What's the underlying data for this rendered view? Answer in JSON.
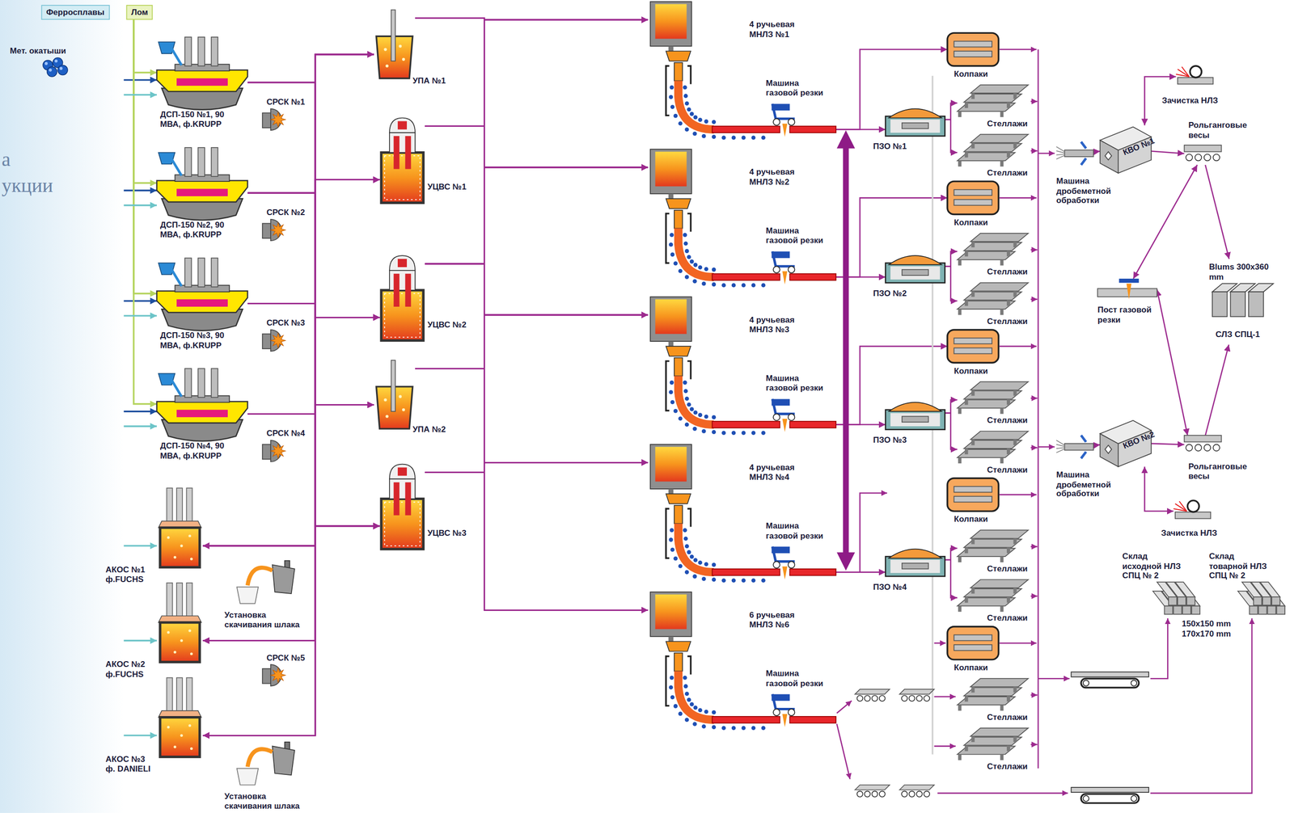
{
  "diagram": {
    "nodes": [
      {
        "text": [
          "Ферросплавы"
        ]
      },
      {
        "text": [
          "Лом"
        ]
      },
      {
        "text": [
          "Мет. окатыши"
        ]
      },
      {
        "text": [
          "ДСП-150 №1, 90 МВА, ф.KRUPP"
        ]
      },
      {
        "text": [
          "ДСП-150 №2, 90 МВА, ф.KRUPP"
        ]
      },
      {
        "text": [
          "ДСП-150 №3, 90 МВА, ф.KRUPP"
        ]
      },
      {
        "text": [
          "ДСП-150 №4, 90 МВА, ф.KRUPP"
        ]
      },
      {
        "text": [
          "СРСК №1"
        ]
      },
      {
        "text": [
          "СРСК №2"
        ]
      },
      {
        "text": [
          "СРСК №3"
        ]
      },
      {
        "text": [
          "СРСК №4"
        ]
      },
      {
        "text": [
          "АКОС №1 ф.FUCHS"
        ]
      },
      {
        "text": [
          "АКОС №2 ф.FUCHS"
        ]
      },
      {
        "text": [
          "АКОС №3 ф. DANIELI"
        ]
      },
      {
        "text": [
          "Установка скачивания шлака"
        ]
      },
      {
        "text": [
          "СРСК №5"
        ]
      },
      {
        "text": [
          "Установка скачивания шлака"
        ]
      },
      {
        "text": [
          "УПА №1"
        ]
      },
      {
        "text": [
          "УЦВС №1"
        ]
      },
      {
        "text": [
          "УЦВС №2"
        ]
      },
      {
        "text": [
          "УПА №2"
        ]
      },
      {
        "text": [
          "УЦВС №3"
        ]
      },
      {
        "text": [
          "4 ручьевая МНЛЗ №1",
          "Машина газовой резки"
        ]
      },
      {
        "text": [
          "4 ручьевая МНЛЗ №2",
          "Машина газовой резки"
        ]
      },
      {
        "text": [
          "4 ручьевая МНЛЗ №3",
          "Машина газовой резки"
        ]
      },
      {
        "text": [
          "4 ручьевая МНЛЗ №4",
          "Машина газовой резки"
        ]
      },
      {
        "text": [
          "6 ручьевая МНЛЗ №6",
          "Машина газовой резки"
        ]
      },
      {
        "text": [
          "ПЗО №1"
        ]
      },
      {
        "text": [
          "ПЗО №2"
        ]
      },
      {
        "text": [
          "ПЗО №3"
        ]
      },
      {
        "text": [
          "ПЗО №4"
        ]
      },
      {
        "text": [
          "Колпаки"
        ]
      },
      {
        "text": [
          "Колпаки"
        ]
      },
      {
        "text": [
          "Колпаки"
        ]
      },
      {
        "text": [
          "Колпаки"
        ]
      },
      {
        "text": [
          "Колпаки"
        ]
      },
      {
        "text": [
          "Стеллажи"
        ]
      },
      {
        "text": [
          "Стеллажи"
        ]
      },
      {
        "text": [
          "Стеллажи"
        ]
      },
      {
        "text": [
          "Стеллажи"
        ]
      },
      {
        "text": [
          "Стеллажи"
        ]
      },
      {
        "text": [
          "Стеллажи"
        ]
      },
      {
        "text": [
          "Стеллажи"
        ]
      },
      {
        "text": [
          "Стеллажи"
        ]
      },
      {
        "text": [
          "Стеллажи"
        ]
      },
      {
        "text": [
          "Стеллажи"
        ]
      },
      {
        "text": [
          "Машина дробеметной обработки"
        ]
      },
      {
        "text": [
          "КВО №1"
        ]
      },
      {
        "text": [
          "Зачистка НЛЗ"
        ]
      },
      {
        "text": [
          "Рольганговые весы"
        ]
      },
      {
        "text": [
          "Пост газовой резки"
        ]
      },
      {
        "text": [
          "Blums 300x360 mm",
          "СЛЗ СПЦ-1"
        ]
      },
      {
        "text": [
          "Машина дробеметной обработки"
        ]
      },
      {
        "text": [
          "КВО №2"
        ]
      },
      {
        "text": [
          "Рольганговые весы"
        ]
      },
      {
        "text": [
          "Зачистка НЛЗ"
        ]
      },
      {
        "text": [
          "Склад исходной НЛЗ СПЦ № 2"
        ]
      },
      {
        "text": [
          "Склад товарной НЛЗ СПЦ № 2"
        ]
      }
    ],
    "edges": [
      {
        "from": 2,
        "to": 3,
        "arrow": "to"
      },
      {
        "from": 2,
        "to": 4,
        "arrow": "to"
      },
      {
        "from": 2,
        "to": 5,
        "arrow": "to"
      },
      {
        "from": 2,
        "to": 6,
        "arrow": "to"
      },
      {
        "from": 1,
        "to": 3,
        "arrow": "to"
      },
      {
        "from": 1,
        "to": 4,
        "arrow": "to"
      },
      {
        "from": 1,
        "to": 5,
        "arrow": "to"
      },
      {
        "from": 1,
        "to": 6,
        "arrow": "to"
      },
      {
        "from": 0,
        "to": 3,
        "arrow": "to"
      },
      {
        "from": 0,
        "to": 4,
        "arrow": "to"
      },
      {
        "from": 0,
        "to": 5,
        "arrow": "to"
      },
      {
        "from": 0,
        "to": 6,
        "arrow": "to"
      },
      {
        "from": 0,
        "to": 11,
        "arrow": "to"
      },
      {
        "from": 0,
        "to": 12,
        "arrow": "to"
      },
      {
        "from": 0,
        "to": 13,
        "arrow": "to"
      },
      {
        "from": 3,
        "to": 17,
        "arrow": "to"
      },
      {
        "from": 3,
        "to": 18,
        "arrow": "to"
      },
      {
        "from": 3,
        "to": 19,
        "arrow": "to"
      },
      {
        "from": 3,
        "to": 20,
        "arrow": "to"
      },
      {
        "from": 3,
        "to": 21,
        "arrow": "to"
      },
      {
        "from": 4,
        "to": 17,
        "arrow": "to"
      },
      {
        "from": 4,
        "to": 18,
        "arrow": "to"
      },
      {
        "from": 4,
        "to": 19,
        "arrow": "to"
      },
      {
        "from": 4,
        "to": 20,
        "arrow": "to"
      },
      {
        "from": 4,
        "to": 21,
        "arrow": "to"
      },
      {
        "from": 5,
        "to": 17,
        "arrow": "to"
      },
      {
        "from": 5,
        "to": 18,
        "arrow": "to"
      },
      {
        "from": 5,
        "to": 19,
        "arrow": "to"
      },
      {
        "from": 5,
        "to": 20,
        "arrow": "to"
      },
      {
        "from": 5,
        "to": 21,
        "arrow": "to"
      },
      {
        "from": 6,
        "to": 17,
        "arrow": "to"
      },
      {
        "from": 6,
        "to": 18,
        "arrow": "to"
      },
      {
        "from": 6,
        "to": 19,
        "arrow": "to"
      },
      {
        "from": 6,
        "to": 20,
        "arrow": "to"
      },
      {
        "from": 6,
        "to": 21,
        "arrow": "to"
      },
      {
        "from": 11,
        "to": 17,
        "arrow": "both"
      },
      {
        "from": 11,
        "to": 18,
        "arrow": "both"
      },
      {
        "from": 11,
        "to": 19,
        "arrow": "both"
      },
      {
        "from": 11,
        "to": 20,
        "arrow": "both"
      },
      {
        "from": 11,
        "to": 21,
        "arrow": "both"
      },
      {
        "from": 12,
        "to": 17,
        "arrow": "both"
      },
      {
        "from": 12,
        "to": 18,
        "arrow": "both"
      },
      {
        "from": 12,
        "to": 19,
        "arrow": "both"
      },
      {
        "from": 12,
        "to": 20,
        "arrow": "both"
      },
      {
        "from": 12,
        "to": 21,
        "arrow": "both"
      },
      {
        "from": 13,
        "to": 17,
        "arrow": "both"
      },
      {
        "from": 13,
        "to": 18,
        "arrow": "both"
      },
      {
        "from": 13,
        "to": 19,
        "arrow": "both"
      },
      {
        "from": 13,
        "to": 20,
        "arrow": "both"
      },
      {
        "from": 13,
        "to": 21,
        "arrow": "both"
      },
      {
        "from": 17,
        "to": 22,
        "arrow": "to"
      },
      {
        "from": 17,
        "to": 23,
        "arrow": "to"
      },
      {
        "from": 17,
        "to": 24,
        "arrow": "to"
      },
      {
        "from": 17,
        "to": 25,
        "arrow": "to"
      },
      {
        "from": 17,
        "to": 26,
        "arrow": "to"
      },
      {
        "from": 18,
        "to": 22,
        "arrow": "to"
      },
      {
        "from": 18,
        "to": 23,
        "arrow": "to"
      },
      {
        "from": 18,
        "to": 24,
        "arrow": "to"
      },
      {
        "from": 18,
        "to": 25,
        "arrow": "to"
      },
      {
        "from": 18,
        "to": 26,
        "arrow": "to"
      },
      {
        "from": 19,
        "to": 22,
        "arrow": "to"
      },
      {
        "from": 19,
        "to": 23,
        "arrow": "to"
      },
      {
        "from": 19,
        "to": 24,
        "arrow": "to"
      },
      {
        "from": 19,
        "to": 25,
        "arrow": "to"
      },
      {
        "from": 19,
        "to": 26,
        "arrow": "to"
      },
      {
        "from": 20,
        "to": 22,
        "arrow": "to"
      },
      {
        "from": 20,
        "to": 23,
        "arrow": "to"
      },
      {
        "from": 20,
        "to": 24,
        "arrow": "to"
      },
      {
        "from": 20,
        "to": 25,
        "arrow": "to"
      },
      {
        "from": 20,
        "to": 26,
        "arrow": "to"
      },
      {
        "from": 21,
        "to": 22,
        "arrow": "to"
      },
      {
        "from": 21,
        "to": 23,
        "arrow": "to"
      },
      {
        "from": 21,
        "to": 24,
        "arrow": "to"
      },
      {
        "from": 21,
        "to": 25,
        "arrow": "to"
      },
      {
        "from": 21,
        "to": 26,
        "arrow": "to"
      },
      {
        "from": 22,
        "to": 27,
        "arrow": "to"
      },
      {
        "from": 23,
        "to": 28,
        "arrow": "to"
      },
      {
        "from": 24,
        "to": 29,
        "arrow": "to"
      },
      {
        "from": 25,
        "to": 30,
        "arrow": "to"
      },
      {
        "from": 22,
        "to": 31,
        "arrow": "to"
      },
      {
        "from": 23,
        "to": 32,
        "arrow": "to"
      },
      {
        "from": 24,
        "to": 33,
        "arrow": "to"
      },
      {
        "from": 27,
        "to": 36,
        "arrow": "to"
      },
      {
        "from": 27,
        "to": 37,
        "arrow": "to"
      },
      {
        "from": 28,
        "to": 38,
        "arrow": "to"
      },
      {
        "from": 28,
        "to": 39,
        "arrow": "to"
      },
      {
        "from": 29,
        "to": 40,
        "arrow": "to"
      },
      {
        "from": 29,
        "to": 41,
        "arrow": "to"
      },
      {
        "from": 30,
        "to": 42,
        "arrow": "to"
      },
      {
        "from": 30,
        "to": 43,
        "arrow": "to"
      },
      {
        "from": 46,
        "to": 47,
        "arrow": "to"
      },
      {
        "from": 47,
        "to": 49,
        "arrow": "to"
      },
      {
        "from": 47,
        "to": 48,
        "arrow": "both"
      },
      {
        "from": 49,
        "to": 51,
        "arrow": "to"
      },
      {
        "from": 49,
        "to": 50,
        "arrow": "both"
      },
      {
        "from": 50,
        "to": 54,
        "arrow": "both"
      },
      {
        "from": 52,
        "to": 53,
        "arrow": "to"
      },
      {
        "from": 53,
        "to": 54,
        "arrow": "to"
      },
      {
        "from": 53,
        "to": 55,
        "arrow": "both"
      },
      {
        "from": 54,
        "to": 51,
        "arrow": "to"
      }
    ],
    "labels": [
      "а",
      "укции",
      "150x150 mm",
      "170x170 mm"
    ]
  }
}
